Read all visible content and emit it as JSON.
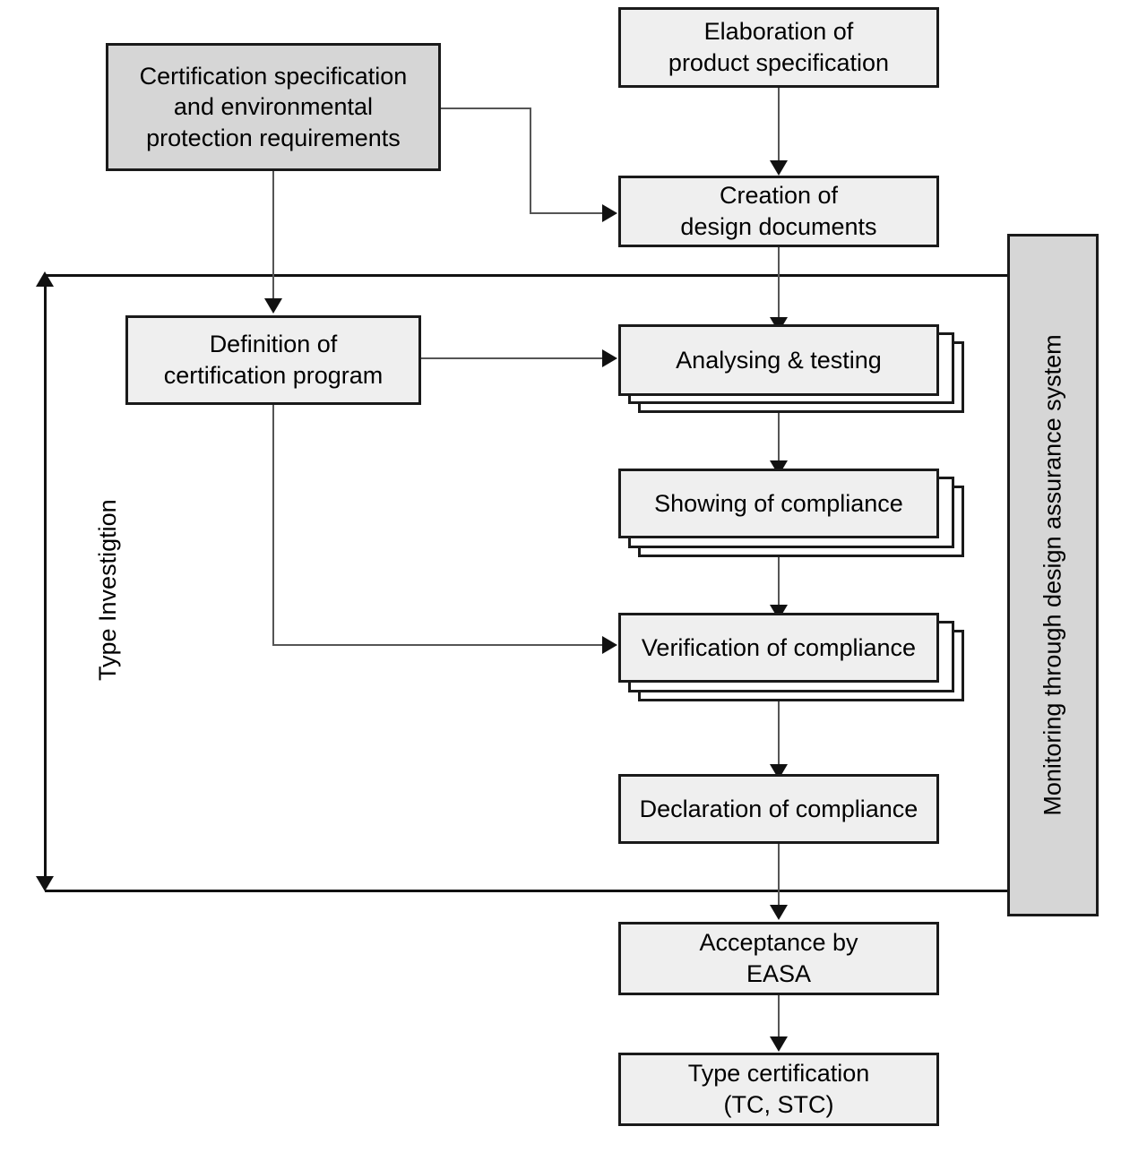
{
  "diagram": {
    "title": "EASA type certification process flowchart",
    "colors": {
      "node_fill": "#efefef",
      "shaded_fill": "#d6d6d6",
      "border": "#1a1a1a",
      "connector": "#555555",
      "background": "#ffffff"
    },
    "nodes": {
      "certification_specification": "Certification specification\nand environmental\nprotection requirements",
      "elaboration_product_spec": "Elaboration of\nproduct specification",
      "creation_design_documents": "Creation of\ndesign documents",
      "definition_certification_program": "Definition of\ncertification program",
      "analysing_testing": "Analysing & testing",
      "showing_compliance": "Showing of compliance",
      "verification_compliance": "Verification of compliance",
      "declaration_compliance": "Declaration of compliance",
      "acceptance_easa": "Acceptance by\nEASA",
      "type_certification": "Type certification\n(TC, STC)"
    },
    "labels": {
      "type_investigation": "Type Investigtion",
      "monitoring_das": "Monitoring through design assurance system"
    }
  }
}
